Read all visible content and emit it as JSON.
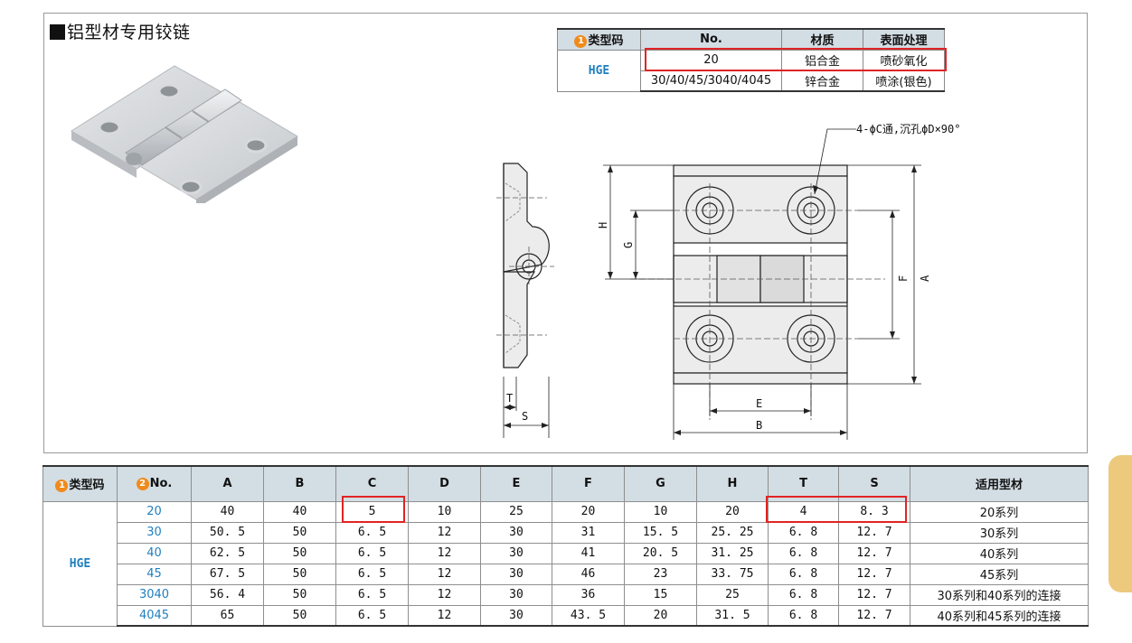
{
  "title": "铝型材专用铰链",
  "spec_table": {
    "headers": {
      "badge": "1",
      "type_code": "类型码",
      "no": "No.",
      "material": "材质",
      "surface": "表面处理"
    },
    "type_code": "HGE",
    "rows": [
      {
        "no": "20",
        "material": "铝合金",
        "surface": "喷砂氧化"
      },
      {
        "no": "30/40/45/3040/4045",
        "material": "锌合金",
        "surface": "喷涂(银色)"
      }
    ]
  },
  "drawing": {
    "note": "4-ϕC通,沉孔ϕD×90°",
    "labels": {
      "H": "H",
      "G": "G",
      "F": "F",
      "A": "A",
      "T": "T",
      "S": "S",
      "E": "E",
      "B": "B"
    }
  },
  "data_table": {
    "headers": {
      "badge1": "1",
      "type_code": "类型码",
      "badge2": "2",
      "no": "No.",
      "cols": [
        "A",
        "B",
        "C",
        "D",
        "E",
        "F",
        "G",
        "H",
        "T",
        "S"
      ],
      "profile": "适用型材"
    },
    "type_code": "HGE",
    "rows": [
      {
        "no": "20",
        "vals": [
          "40",
          "40",
          "5",
          "10",
          "25",
          "20",
          "10",
          "20",
          "4",
          "8. 3"
        ],
        "profile": "20系列"
      },
      {
        "no": "30",
        "vals": [
          "50. 5",
          "50",
          "6. 5",
          "12",
          "30",
          "31",
          "15. 5",
          "25. 25",
          "6. 8",
          "12. 7"
        ],
        "profile": "30系列"
      },
      {
        "no": "40",
        "vals": [
          "62. 5",
          "50",
          "6. 5",
          "12",
          "30",
          "41",
          "20. 5",
          "31. 25",
          "6. 8",
          "12. 7"
        ],
        "profile": "40系列"
      },
      {
        "no": "45",
        "vals": [
          "67. 5",
          "50",
          "6. 5",
          "12",
          "30",
          "46",
          "23",
          "33. 75",
          "6. 8",
          "12. 7"
        ],
        "profile": "45系列"
      },
      {
        "no": "3040",
        "vals": [
          "56. 4",
          "50",
          "6. 5",
          "12",
          "30",
          "36",
          "15",
          "25",
          "6. 8",
          "12. 7"
        ],
        "profile": "30系列和40系列的连接"
      },
      {
        "no": "4045",
        "vals": [
          "65",
          "50",
          "6. 5",
          "12",
          "30",
          "43. 5",
          "20",
          "31. 5",
          "6. 8",
          "12. 7"
        ],
        "profile": "40系列和45系列的连接"
      }
    ]
  },
  "colors": {
    "header_bg": "#d3dde4",
    "code_blue": "#1f7fbe",
    "badge_orange": "#f08a1c",
    "highlight_red": "#e02424",
    "side_tab": "#ecc97c"
  }
}
